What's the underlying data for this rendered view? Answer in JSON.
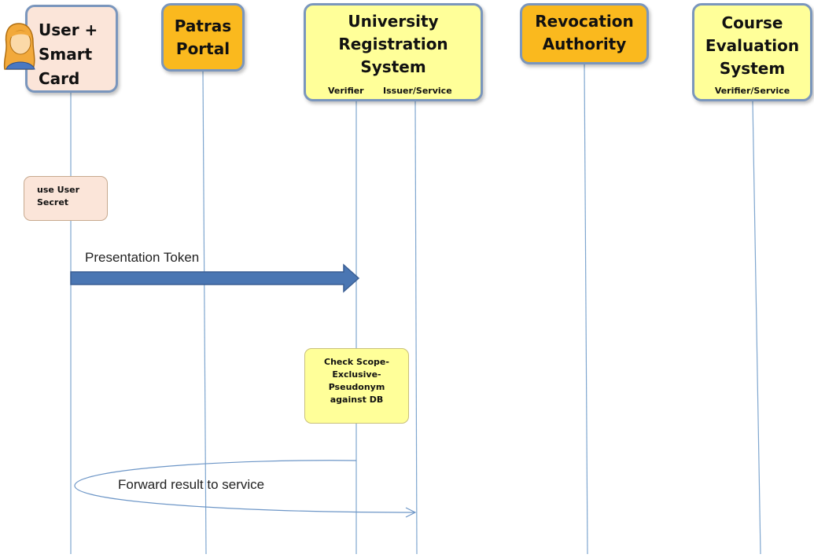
{
  "participants": [
    {
      "id": "user",
      "title": "User +\nSmart\nCard",
      "subtitle": "",
      "fill": "#fbe5d9"
    },
    {
      "id": "portal",
      "title": "Patras\nPortal",
      "subtitle": "",
      "fill": "#fab91e"
    },
    {
      "id": "registration",
      "title": "University\nRegistration\nSystem",
      "subtitles": [
        "Verifier",
        "Issuer/Service"
      ],
      "fill": "#ffff99"
    },
    {
      "id": "revocation",
      "title": "Revocation\nAuthority",
      "subtitle": "",
      "fill": "#fab91e"
    },
    {
      "id": "evaluation",
      "title": "Course\nEvaluation\nSystem",
      "subtitle": "Verifier/Service",
      "fill": "#ffff99"
    }
  ],
  "notes": {
    "user_secret": "use User\nSecret",
    "check_pseudonym": "Check Scope-\nExclusive-\nPseudonym\nagainst DB"
  },
  "messages": {
    "presentation_token": "Presentation Token",
    "forward_result": "Forward result to service"
  },
  "colors": {
    "lifeline": "#7fa6cf",
    "arrow_fill": "#4a76b3",
    "arrow_stroke": "#3b5f94",
    "note_user_fill": "#fbe5d9",
    "note_check_fill": "#ffff99"
  },
  "icons": {
    "user": "person-avatar-icon"
  }
}
